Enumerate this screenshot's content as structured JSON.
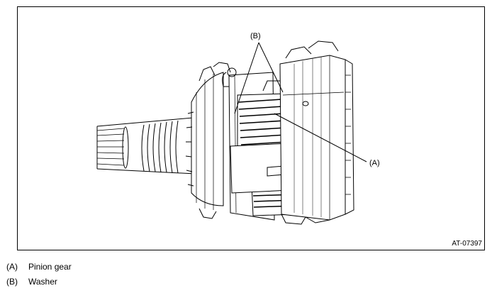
{
  "figure": {
    "callouts": {
      "a": "(A)",
      "b": "(B)"
    },
    "figure_id": "AT-07397"
  },
  "legend": [
    {
      "key": "(A)",
      "text": "Pinion gear"
    },
    {
      "key": "(B)",
      "text": "Washer"
    }
  ]
}
